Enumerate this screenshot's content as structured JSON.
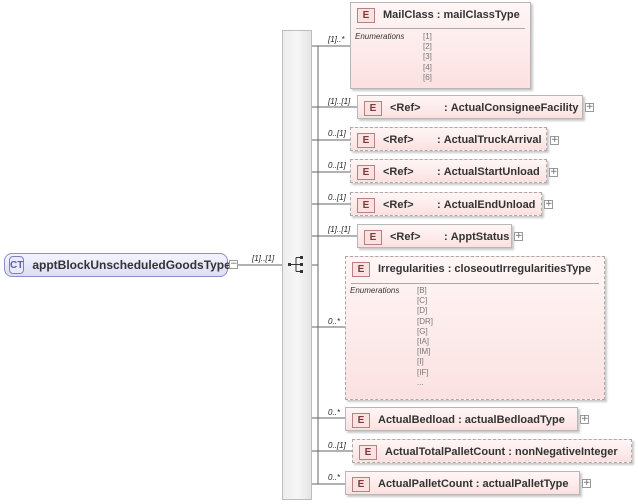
{
  "complex_type": {
    "badge": "CT",
    "name": "apptBlockUnscheduledGoodsType",
    "multiplicity": "[1]..[1]",
    "collapse_glyph": "−"
  },
  "expand_glyph": "+",
  "enumerations_label": "Enumerations",
  "element_badge": "E",
  "elements": [
    {
      "name": "MailClass",
      "type": "mailClassType",
      "mult": "[1]..*",
      "enums": [
        "[1]",
        "[2]",
        "[3]",
        "[4]",
        "[6]"
      ]
    },
    {
      "ref": "<Ref>",
      "name": "ActualConsigneeFacility",
      "mult": "[1]..[1]"
    },
    {
      "ref": "<Ref>",
      "name": "ActualTruckArrival",
      "mult": "0..[1]"
    },
    {
      "ref": "<Ref>",
      "name": "ActualStartUnload",
      "mult": "0..[1]"
    },
    {
      "ref": "<Ref>",
      "name": "ActualEndUnload",
      "mult": "0..[1]"
    },
    {
      "ref": "<Ref>",
      "name": "ApptStatus",
      "mult": "[1]..[1]"
    },
    {
      "name": "Irregularities",
      "type": "closeoutIrregularitiesType",
      "mult": "0..*",
      "enums": [
        "[B]",
        "[C]",
        "[D]",
        "[DR]",
        "[G]",
        "[IA]",
        "[IM]",
        "[I]",
        "[IF]",
        "..."
      ]
    },
    {
      "name": "ActualBedload",
      "type": "actualBedloadType",
      "mult": "0..*"
    },
    {
      "name": "ActualTotalPalletCount",
      "type": "nonNegativeInteger",
      "mult": "0..[1]"
    },
    {
      "name": "ActualPalletCount",
      "type": "actualPalletType",
      "mult": "0..*"
    }
  ]
}
